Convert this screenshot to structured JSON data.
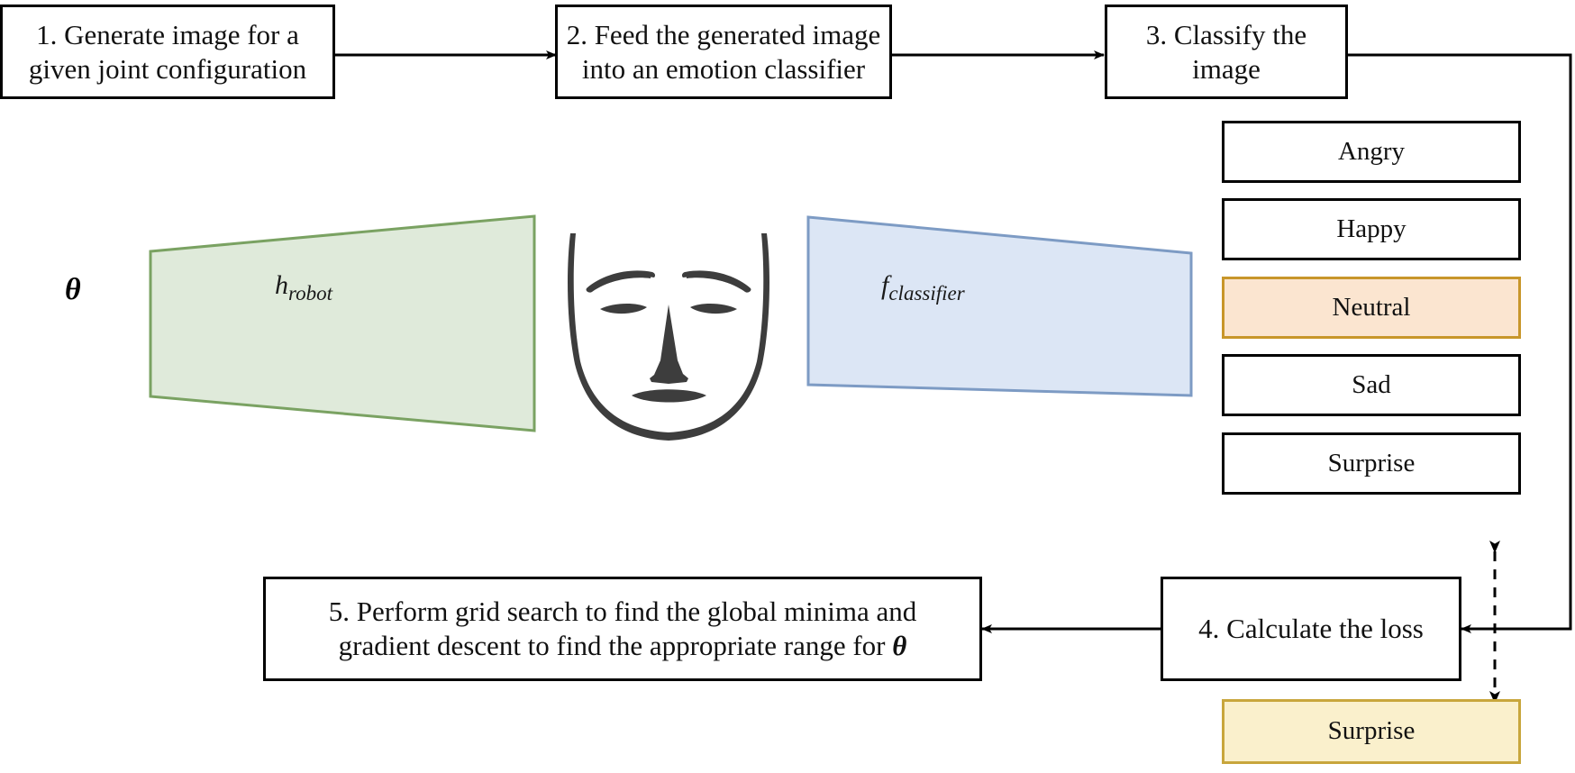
{
  "diagram": {
    "title_steps": [
      {
        "id": "step1",
        "label": "1. Generate  image for a given joint configuration"
      },
      {
        "id": "step2",
        "label": "2. Feed the generated image into an emotion classifier"
      },
      {
        "id": "step3",
        "label": "3. Classify the image"
      },
      {
        "id": "step4",
        "label": "4. Calculate the loss"
      }
    ],
    "step5": {
      "line1": "5. Perform grid search to find the global minima and",
      "line2_prefix": "gradient descent to find the appropriate range for ",
      "line2_symbol": "θ"
    },
    "parameter_symbol": "θ",
    "robot_model": {
      "base": "h",
      "subscript": "robot"
    },
    "classifier_model": {
      "base": "f",
      "subscript": "classifier"
    },
    "emotion_classes": [
      {
        "label": "Angry",
        "state": "normal"
      },
      {
        "label": "Happy",
        "state": "normal"
      },
      {
        "label": "Neutral",
        "state": "predicted"
      },
      {
        "label": "Sad",
        "state": "normal"
      },
      {
        "label": "Surprise",
        "state": "normal"
      }
    ],
    "target_emotion": {
      "label": "Surprise",
      "state": "target"
    },
    "colors": {
      "robot_block_fill": "#dfeada",
      "robot_block_stroke": "#7aa262",
      "classifier_block_fill": "#dce6f5",
      "classifier_block_stroke": "#7d9bc4",
      "predicted_fill": "#fbe5d0",
      "predicted_stroke": "#c8962a",
      "target_fill": "#faf0cc",
      "target_stroke": "#c8a63c",
      "face_stroke": "#3d3d3d",
      "box_stroke": "#000000",
      "arrow_stroke": "#000000"
    },
    "icons": {
      "face": "generated-face-icon",
      "robot_block": "robot-model-trapezoid",
      "classifier_block": "classifier-model-trapezoid"
    }
  }
}
